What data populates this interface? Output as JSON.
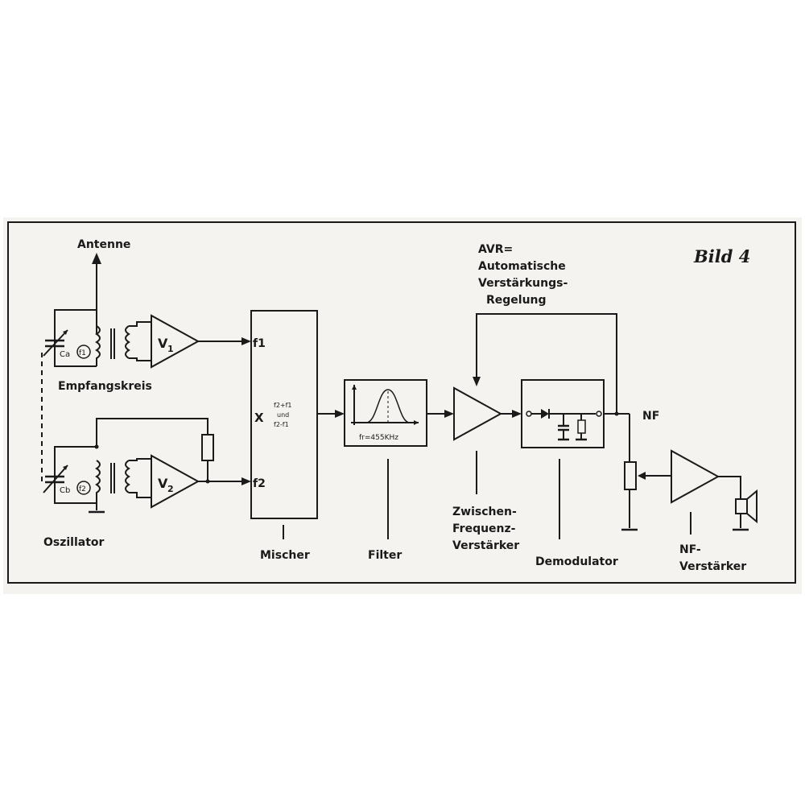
{
  "figure": {
    "title": "Bild 4",
    "background": "#f4f3ef",
    "ink": "#1a1a1a"
  },
  "labels": {
    "antenna": "Antenne",
    "receiver_circuit": "Empfangskreis",
    "oscillator": "Oszillator",
    "amp_v1_letter": "V",
    "amp_v1_sub": "1",
    "amp_v2_letter": "V",
    "amp_v2_sub": "2",
    "cap_a": "Ca",
    "cap_b": "Cb",
    "freq_f1_circle": "f1",
    "freq_f2_circle": "f2",
    "mixer_in_f1": "f1",
    "mixer_in_f2": "f2",
    "mixer_symbol": "X",
    "mixer_out_1": "f2+f1",
    "mixer_out_2": "und",
    "mixer_out_3": "f2-f1",
    "mixer": "Mischer",
    "filter_freq": "fr=455KHz",
    "filter": "Filter",
    "agc_1": "AVR=",
    "agc_2": "Automatische",
    "agc_3": "Verstärkungs-",
    "agc_4": "Regelung",
    "if_amp_1": "Zwischen-",
    "if_amp_2": "Frequenz-",
    "if_amp_3": "Verstärker",
    "demodulator": "Demodulator",
    "af": "NF",
    "af_amp_1": "NF-",
    "af_amp_2": "Verstärker"
  }
}
